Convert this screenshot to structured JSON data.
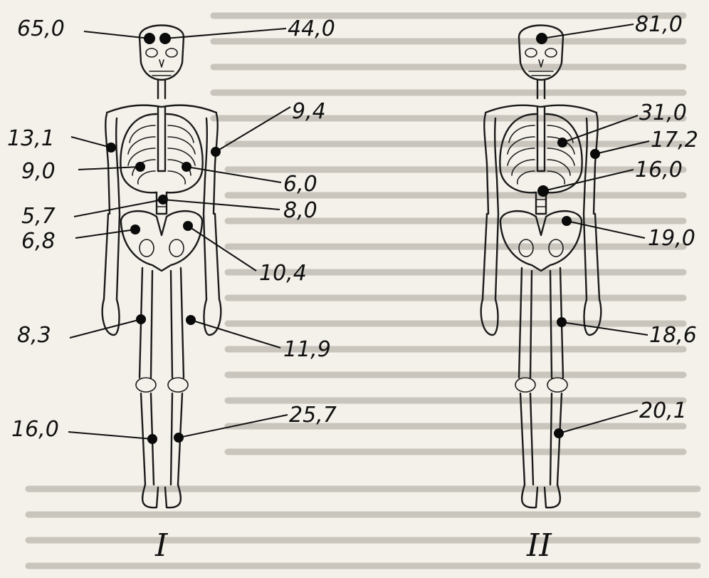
{
  "figures": [
    {
      "id": "I",
      "caption": "I",
      "markers": [
        {
          "name": "skull-left",
          "value": "65,0"
        },
        {
          "name": "skull-right",
          "value": "44,0"
        },
        {
          "name": "humerus-left",
          "value": "13,1"
        },
        {
          "name": "humerus-right",
          "value": "9,4"
        },
        {
          "name": "ribs-left",
          "value": "9,0"
        },
        {
          "name": "ribs-right",
          "value": "6,0"
        },
        {
          "name": "spine-lumbar",
          "value": "5,7"
        },
        {
          "name": "spine-lower",
          "value": "8,0"
        },
        {
          "name": "pelvis-left",
          "value": "6,8"
        },
        {
          "name": "pelvis-right",
          "value": "10,4"
        },
        {
          "name": "femur-left",
          "value": "8,3"
        },
        {
          "name": "femur-right",
          "value": "11,9"
        },
        {
          "name": "tibia-left",
          "value": "16,0"
        },
        {
          "name": "tibia-right",
          "value": "25,7"
        }
      ]
    },
    {
      "id": "II",
      "caption": "II",
      "markers": [
        {
          "name": "skull",
          "value": "81,0"
        },
        {
          "name": "ribs",
          "value": "31,0"
        },
        {
          "name": "humerus",
          "value": "17,2"
        },
        {
          "name": "spine",
          "value": "16,0"
        },
        {
          "name": "pelvis",
          "value": "19,0"
        },
        {
          "name": "femur",
          "value": "18,6"
        },
        {
          "name": "tibia",
          "value": "20,1"
        }
      ]
    }
  ]
}
